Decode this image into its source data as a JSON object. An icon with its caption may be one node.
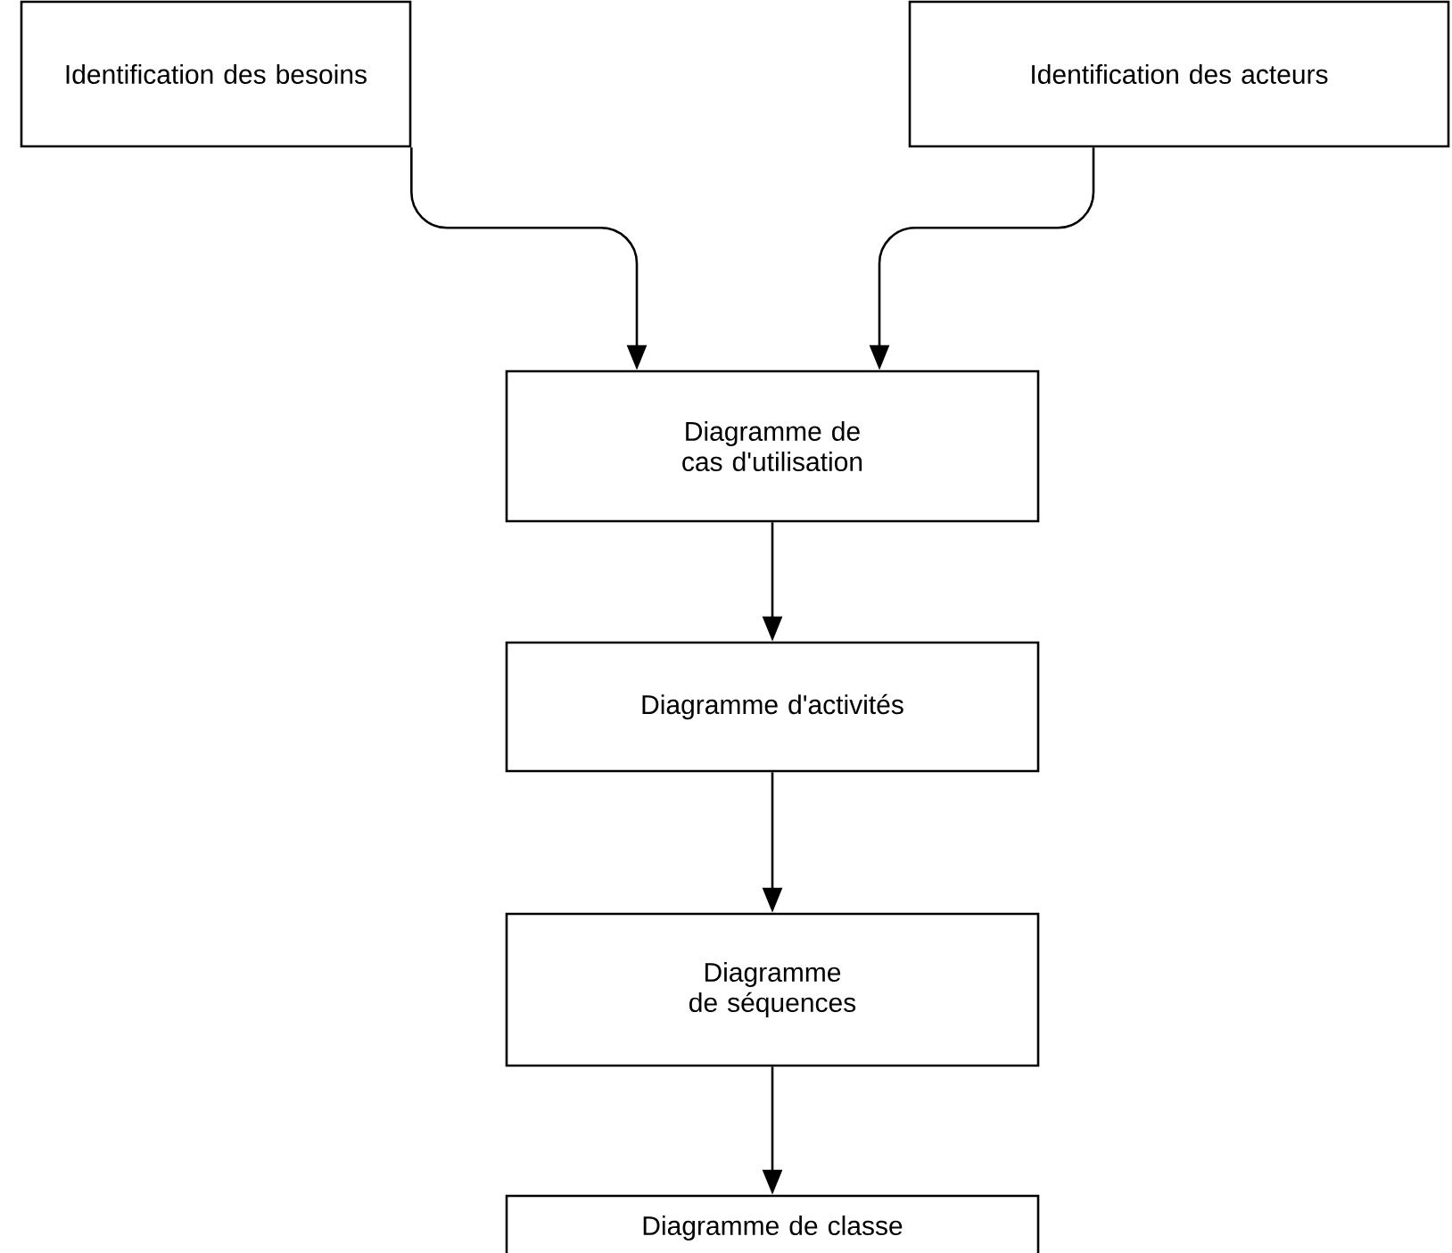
{
  "diagram": {
    "nodes": [
      {
        "text": [
          "Identification des besoins"
        ]
      },
      {
        "text": [
          "Identification des acteurs"
        ]
      },
      {
        "text": [
          "Diagramme de cas d'utilisation"
        ]
      },
      {
        "text": [
          "Diagramme d'activités"
        ]
      },
      {
        "text": [
          "Diagramme de séquences"
        ]
      },
      {
        "text": [
          "Diagramme de classe"
        ]
      }
    ],
    "edges": [
      {
        "from": 0,
        "to": 2,
        "arrow": "to"
      },
      {
        "from": 1,
        "to": 2,
        "arrow": "to"
      },
      {
        "from": 2,
        "to": 3,
        "arrow": "to"
      },
      {
        "from": 3,
        "to": 4,
        "arrow": "to"
      },
      {
        "from": 4,
        "to": 5,
        "arrow": "to"
      }
    ]
  }
}
